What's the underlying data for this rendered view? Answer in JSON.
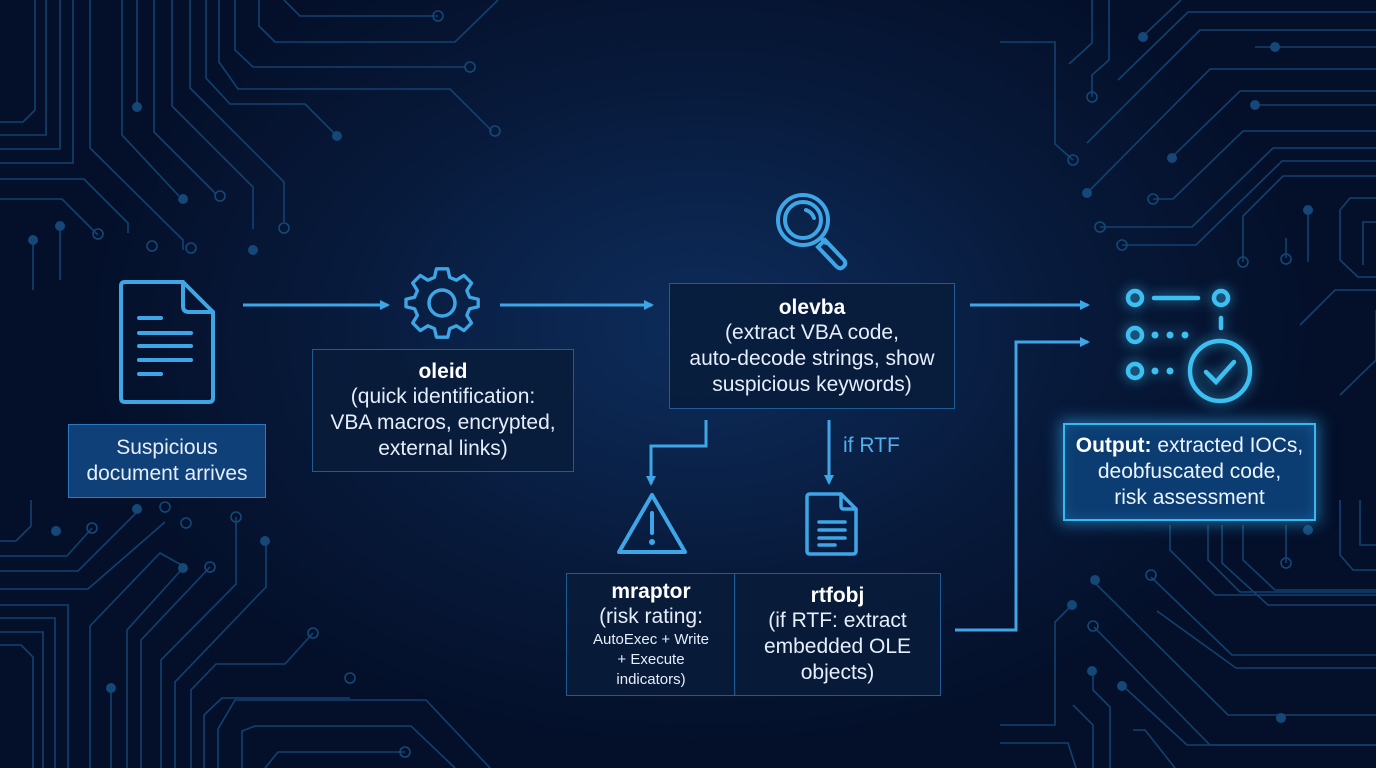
{
  "diagram": {
    "colors": {
      "background": "#071838",
      "accent": "#3ea6e6",
      "glow": "#39b8ee",
      "box_border": "#1f5b96",
      "circuit": "#154777"
    },
    "nodes": {
      "start": {
        "icon": "document-icon",
        "line1": "Suspicious",
        "line2": "document arrives"
      },
      "oleid": {
        "icon": "gear-icon",
        "title": "oleid",
        "line1": "(quick identification:",
        "line2": "VBA macros, encrypted,",
        "line3": "external links)"
      },
      "olevba": {
        "icon": "magnifier-icon",
        "title": "olevba",
        "line1": "(extract VBA code,",
        "line2": "auto-decode strings, show",
        "line3": "suspicious keywords)"
      },
      "mraptor": {
        "icon": "warning-icon",
        "title": "mraptor",
        "line1": "(risk rating:",
        "line2": "AutoExec + Write",
        "line3": "+ Execute",
        "line4": "indicators)"
      },
      "rtfobj": {
        "icon": "document-icon",
        "title": "rtfobj",
        "line1": "(if RTF: extract",
        "line2": "embedded OLE",
        "line3": "objects)"
      },
      "output": {
        "icon": "checklist-check-icon",
        "label_bold": "Output:",
        "line1": " extracted IOCs,",
        "line2": "deobfuscated code,",
        "line3": "risk assessment"
      }
    },
    "edges": [
      {
        "from": "start",
        "to": "oleid"
      },
      {
        "from": "oleid",
        "to": "olevba"
      },
      {
        "from": "olevba",
        "to": "mraptor"
      },
      {
        "from": "olevba",
        "to": "rtfobj",
        "label": "if RTF"
      },
      {
        "from": "olevba",
        "to": "output"
      },
      {
        "from": "rtfobj",
        "to": "output"
      }
    ]
  }
}
